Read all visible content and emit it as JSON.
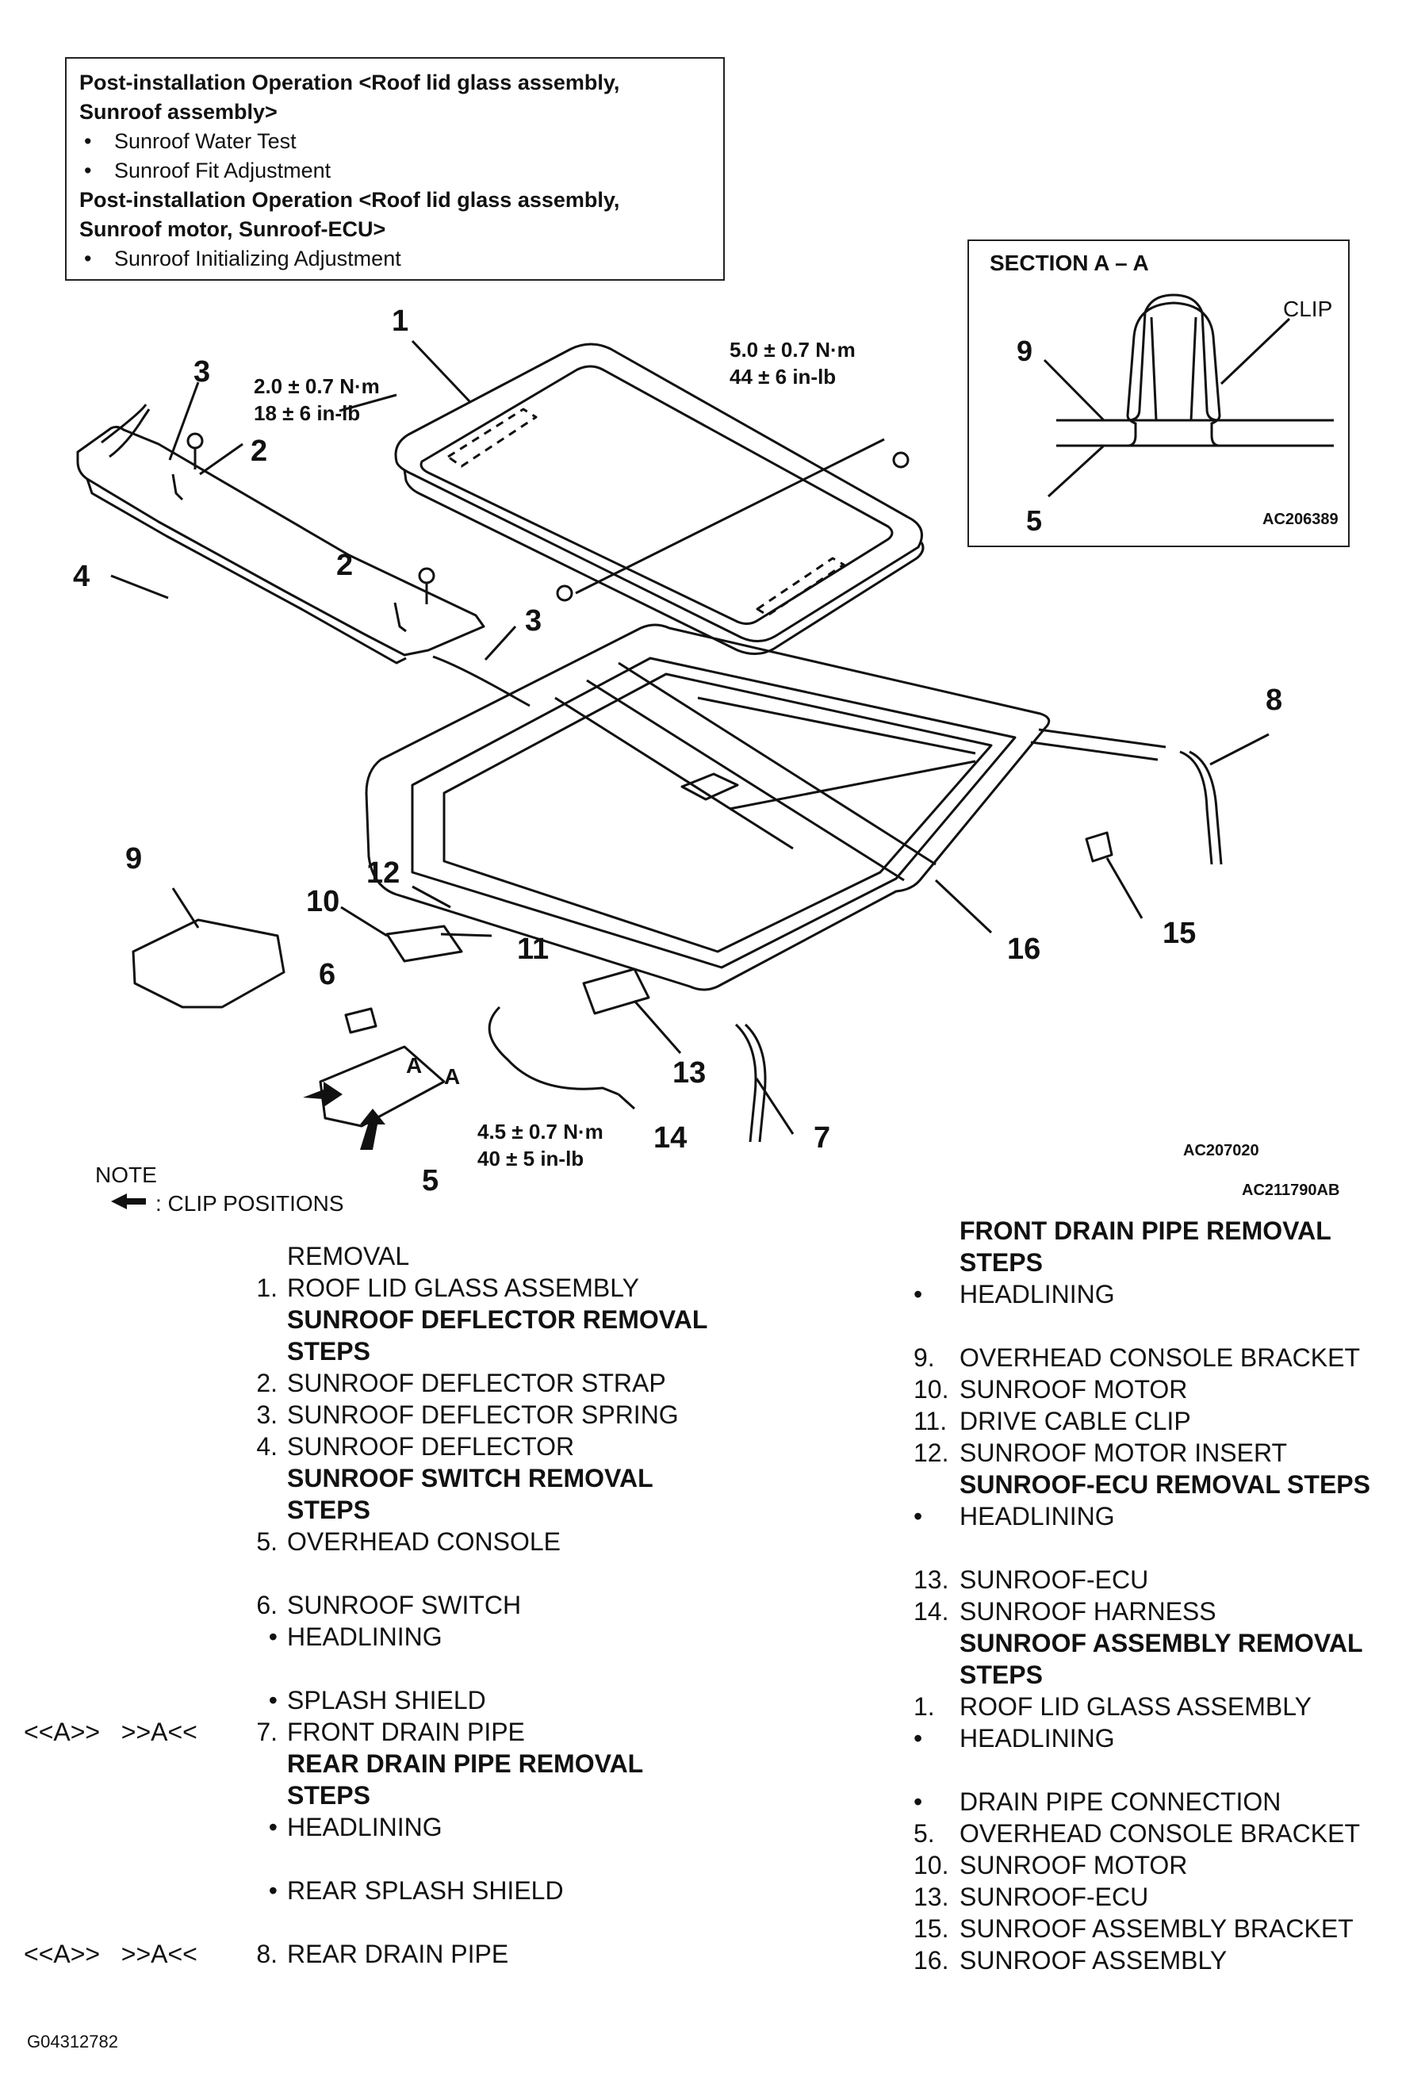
{
  "post_install": {
    "heading1_line1": "Post-installation Operation <Roof lid glass assembly,",
    "heading1_line2": "Sunroof assembly>",
    "item1": "Sunroof Water Test",
    "item2": "Sunroof Fit Adjustment",
    "heading2_line1": "Post-installation Operation <Roof lid glass assembly,",
    "heading2_line2": "Sunroof motor, Sunroof-ECU>",
    "item3": "Sunroof Initializing Adjustment"
  },
  "section": {
    "title": "SECTION A – A",
    "clip": "CLIP",
    "label9": "9",
    "label5": "5",
    "code": "AC206389"
  },
  "torques": {
    "t1_line1": "2.0 ± 0.7 N·m",
    "t1_line2": "18 ± 6 in-lb",
    "t2_line1": "5.0 ± 0.7 N·m",
    "t2_line2": "44 ± 6 in-lb",
    "t3_line1": "4.5 ± 0.7 N·m",
    "t3_line2": "40 ± 5 in-lb"
  },
  "callouts": [
    "1",
    "2",
    "2",
    "3",
    "3",
    "4",
    "5",
    "6",
    "7",
    "8",
    "9",
    "10",
    "11",
    "12",
    "13",
    "14",
    "15",
    "16"
  ],
  "letters": {
    "a1": "A",
    "a2": "A"
  },
  "figure_codes": {
    "code1": "AC207020",
    "code2": "AC211790AB"
  },
  "note": {
    "title": "NOTE",
    "clip": ": CLIP POSITIONS"
  },
  "left_list": [
    {
      "pre": "",
      "num": "",
      "txt": "REMOVAL",
      "bold": false
    },
    {
      "pre": "",
      "num": "1.",
      "txt": "ROOF LID GLASS ASSEMBLY",
      "bold": false
    },
    {
      "pre": "",
      "num": "",
      "txt": "SUNROOF DEFLECTOR REMOVAL",
      "bold": true
    },
    {
      "pre": "",
      "num": "",
      "txt": "STEPS",
      "bold": true
    },
    {
      "pre": "",
      "num": "2.",
      "txt": "SUNROOF DEFLECTOR STRAP",
      "bold": false
    },
    {
      "pre": "",
      "num": "3.",
      "txt": "SUNROOF DEFLECTOR SPRING",
      "bold": false
    },
    {
      "pre": "",
      "num": "4.",
      "txt": "SUNROOF DEFLECTOR",
      "bold": false
    },
    {
      "pre": "",
      "num": "",
      "txt": "SUNROOF SWITCH REMOVAL",
      "bold": true
    },
    {
      "pre": "",
      "num": "",
      "txt": "STEPS",
      "bold": true
    },
    {
      "pre": "",
      "num": "5.",
      "txt": "OVERHEAD CONSOLE",
      "bold": false
    },
    {
      "gap": true
    },
    {
      "pre": "",
      "num": "6.",
      "txt": "SUNROOF SWITCH",
      "bold": false
    },
    {
      "pre": "",
      "num": "•",
      "txt": "HEADLINING",
      "bold": false
    },
    {
      "gap": true
    },
    {
      "pre": "",
      "num": "•",
      "txt": "SPLASH SHIELD",
      "bold": false
    },
    {
      "pre": "<<A>>   >>A<<",
      "num": "7.",
      "txt": "FRONT DRAIN PIPE",
      "bold": false
    },
    {
      "pre": "",
      "num": "",
      "txt": "REAR DRAIN PIPE REMOVAL",
      "bold": true
    },
    {
      "pre": "",
      "num": "",
      "txt": "STEPS",
      "bold": true
    },
    {
      "pre": "",
      "num": "•",
      "txt": "HEADLINING",
      "bold": false
    },
    {
      "gap": true
    },
    {
      "pre": "",
      "num": "•",
      "txt": "REAR SPLASH SHIELD",
      "bold": false
    },
    {
      "gap": true
    },
    {
      "pre": "<<A>>   >>A<<",
      "num": "8.",
      "txt": "REAR DRAIN PIPE",
      "bold": false
    }
  ],
  "right_list": [
    {
      "num": "",
      "txt": "FRONT DRAIN PIPE REMOVAL",
      "bold": true
    },
    {
      "num": "",
      "txt": "STEPS",
      "bold": true
    },
    {
      "num": "•",
      "txt": "HEADLINING",
      "bold": false
    },
    {
      "gap": true
    },
    {
      "num": "9.",
      "txt": "OVERHEAD CONSOLE BRACKET",
      "bold": false
    },
    {
      "num": "10.",
      "txt": "SUNROOF MOTOR",
      "bold": false
    },
    {
      "num": "11.",
      "txt": "DRIVE CABLE CLIP",
      "bold": false
    },
    {
      "num": "12.",
      "txt": "SUNROOF MOTOR INSERT",
      "bold": false
    },
    {
      "num": "",
      "txt": "SUNROOF-ECU REMOVAL STEPS",
      "bold": true
    },
    {
      "num": "•",
      "txt": "HEADLINING",
      "bold": false
    },
    {
      "gap": true
    },
    {
      "num": "13.",
      "txt": "SUNROOF-ECU",
      "bold": false
    },
    {
      "num": "14.",
      "txt": "SUNROOF HARNESS",
      "bold": false
    },
    {
      "num": "",
      "txt": "SUNROOF ASSEMBLY REMOVAL",
      "bold": true
    },
    {
      "num": "",
      "txt": "STEPS",
      "bold": true
    },
    {
      "num": "1.",
      "txt": "ROOF LID GLASS ASSEMBLY",
      "bold": false
    },
    {
      "num": "•",
      "txt": "HEADLINING",
      "bold": false
    },
    {
      "gap": true
    },
    {
      "num": "•",
      "txt": "DRAIN PIPE CONNECTION",
      "bold": false
    },
    {
      "num": "5.",
      "txt": "OVERHEAD CONSOLE BRACKET",
      "bold": false
    },
    {
      "num": "10.",
      "txt": "SUNROOF MOTOR",
      "bold": false
    },
    {
      "num": "13.",
      "txt": "SUNROOF-ECU",
      "bold": false
    },
    {
      "num": "15.",
      "txt": "SUNROOF ASSEMBLY BRACKET",
      "bold": false
    },
    {
      "num": "16.",
      "txt": "SUNROOF ASSEMBLY",
      "bold": false
    }
  ],
  "footer": "G04312782"
}
